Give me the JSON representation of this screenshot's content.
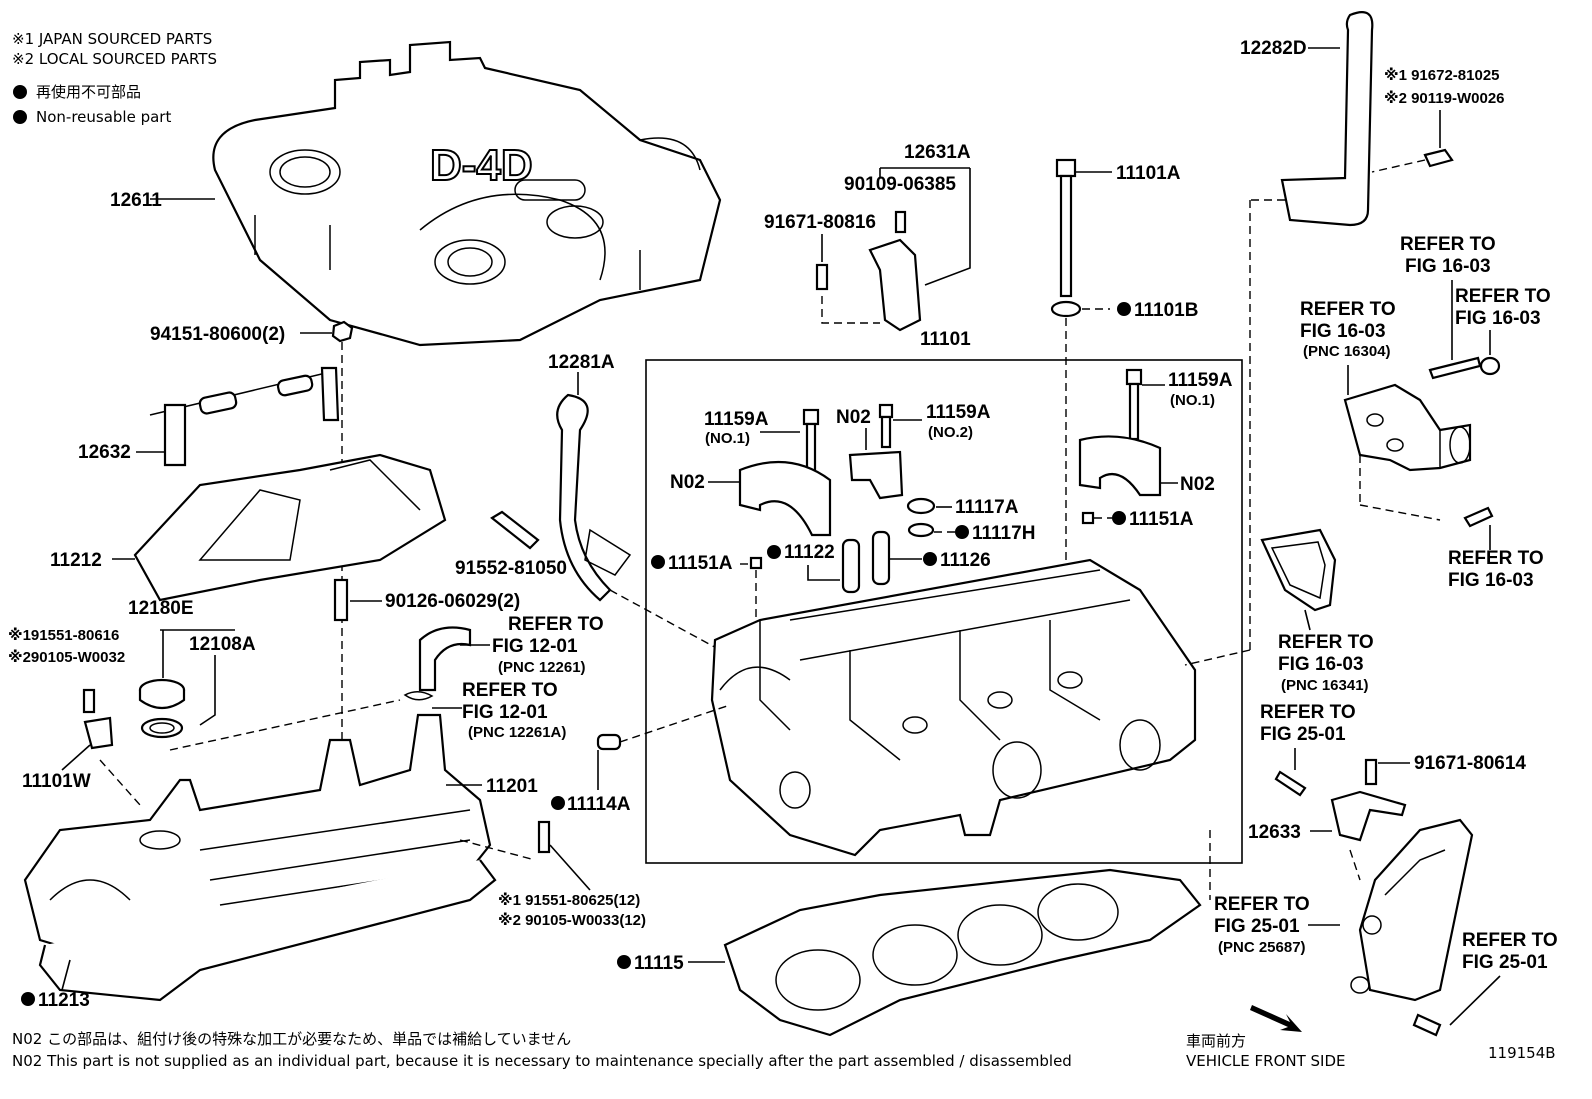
{
  "legend": {
    "japan": "※1 JAPAN SOURCED PARTS",
    "local": "※2 LOCAL SOURCED PARTS",
    "nonreuse_jp": "再使用不可部品",
    "nonreuse_en": "Non-reusable part"
  },
  "labels": {
    "p12611": "12611",
    "p94151": "94151-80600(2)",
    "p12632": "12632",
    "p11212": "11212",
    "p90126": "90126-06029(2)",
    "p12180E": "12180E",
    "p12108A": "12108A",
    "p91551_80616": "※191551-80616",
    "p90105_W0032": "※290105-W0032",
    "p11101W": "11101W",
    "p11201": "11201",
    "p11114A": "11114A",
    "p11213": "11213",
    "p91551_80625": "※1 91551-80625(12)",
    "p90105_W0033": "※2 90105-W0033(12)",
    "p12281A": "12281A",
    "p91552": "91552-81050",
    "p12631A": "12631A",
    "p90109": "90109-06385",
    "p91671_80816": "91671-80816",
    "p11101": "11101",
    "p11101A": "11101A",
    "p11101B": "11101B",
    "p11159A_1": "11159A",
    "no1_a": "(NO.1)",
    "pN02_a": "N02",
    "p11159A_2": "11159A",
    "no2": "(NO.2)",
    "pN02_b": "N02",
    "p11159A_3": "11159A",
    "no1_b": "(NO.1)",
    "pN02_c": "N02",
    "p11117A": "11117A",
    "p11117H": "11117H",
    "p11151A_r": "11151A",
    "p11151A_l": "11151A",
    "p11122": "11122",
    "p11126": "11126",
    "p11115": "11115",
    "p12282D": "12282D",
    "p91672": "※1 91672-81025",
    "p90119": "※2 90119-W0026",
    "p91671_80614": "91671-80614",
    "p12633": "12633",
    "fig_id": "119154B"
  },
  "refers": {
    "r1": [
      "REFER TO",
      "FIG 12-01",
      "(PNC 12261)"
    ],
    "r2": [
      "REFER TO",
      "FIG 12-01",
      "(PNC 12261A)"
    ],
    "r3": [
      "REFER TO",
      "FIG 16-03"
    ],
    "r4": [
      "REFER TO",
      "FIG 16-03",
      "(PNC 16304)"
    ],
    "r5": [
      "REFER TO",
      "FIG 16-03"
    ],
    "r6": [
      "REFER TO",
      "FIG 16-03"
    ],
    "r7": [
      "REFER TO",
      "FIG 16-03",
      "(PNC 16341)"
    ],
    "r8": [
      "REFER TO",
      "FIG 25-01"
    ],
    "r9": [
      "REFER TO",
      "FIG 25-01",
      "(PNC 25687)"
    ],
    "r10": [
      "REFER TO",
      "FIG 25-01"
    ]
  },
  "cover_logo": "D-4D",
  "footer": {
    "n02_jp": "N02  この部品は、組付け後の特殊な加工が必要なため、単品では補給していません",
    "n02_en": "N02  This part is not supplied as an individual part, because it is necessary to maintenance specially after the part assembled / disassembled",
    "front_jp": "車両前方",
    "front_en": "VEHICLE FRONT SIDE"
  }
}
